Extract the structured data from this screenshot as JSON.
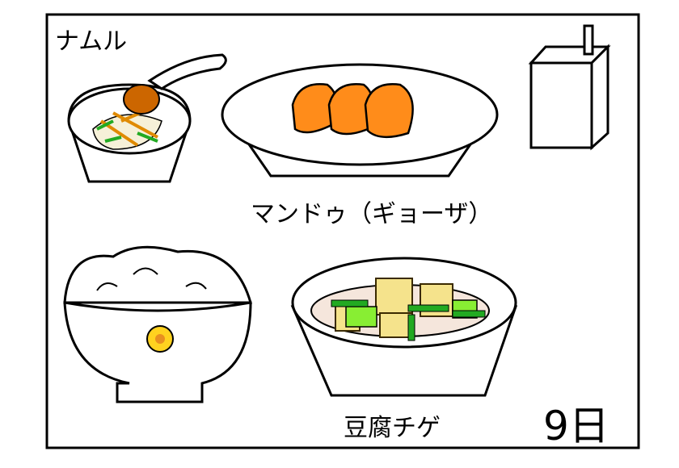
{
  "menu": {
    "items": [
      {
        "name": "ナムル"
      },
      {
        "name": "マンドゥ（ギョーザ）"
      },
      {
        "name": "豆腐チゲ"
      }
    ],
    "date": "9日"
  },
  "colors": {
    "frame": "#000000",
    "dumpling": "#ff8c1a",
    "tofu": "#f5e38c",
    "greens": "#33cc33",
    "broth": "#f5e6dc",
    "flower": "#ffd21f"
  }
}
